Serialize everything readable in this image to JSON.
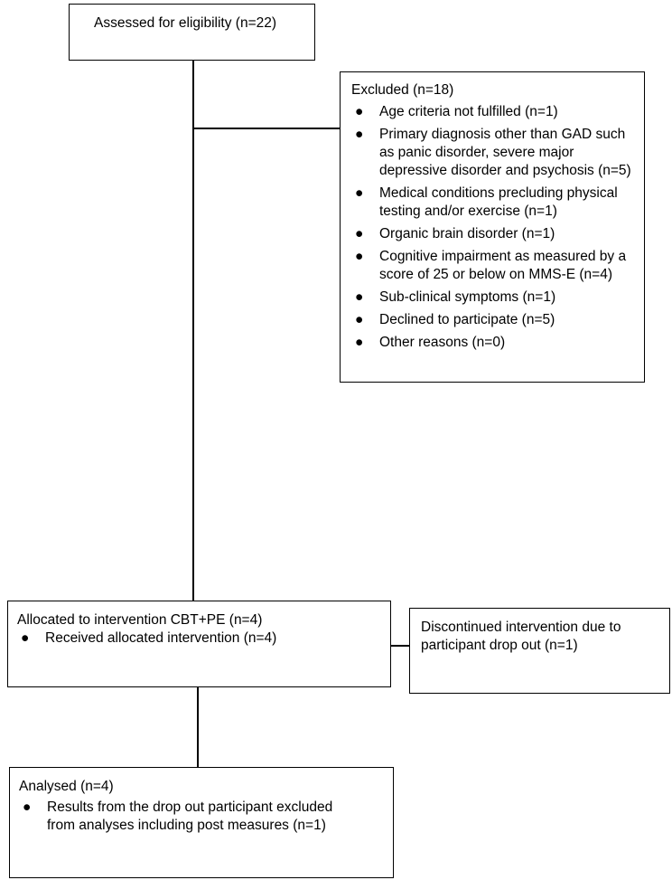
{
  "assessed": {
    "text": "Assessed for eligibility (n=22)"
  },
  "excluded": {
    "title": "Excluded (n=18)",
    "items": [
      "Age criteria not fulfilled (n=1)",
      "Primary diagnosis other than GAD such as panic disorder, severe major depressive disorder and psychosis (n=5)",
      "Medical conditions precluding physical testing and/or exercise (n=1)",
      "Organic brain disorder (n=1)",
      "Cognitive impairment as measured by a score of 25 or below on MMS-E (n=4)",
      "Sub-clinical symptoms (n=1)",
      "Declined to participate (n=5)",
      "Other reasons (n=0)"
    ]
  },
  "allocated": {
    "title": "Allocated to intervention CBT+PE (n=4)",
    "items": [
      "Received allocated intervention (n=4)"
    ]
  },
  "discontinued": {
    "text": "Discontinued intervention due to participant drop out (n=1)"
  },
  "analysed": {
    "title": "Analysed (n=4)",
    "items": [
      "Results from the drop out participant excluded from analyses including post measures (n=1)"
    ]
  },
  "bullet_glyph": "●"
}
